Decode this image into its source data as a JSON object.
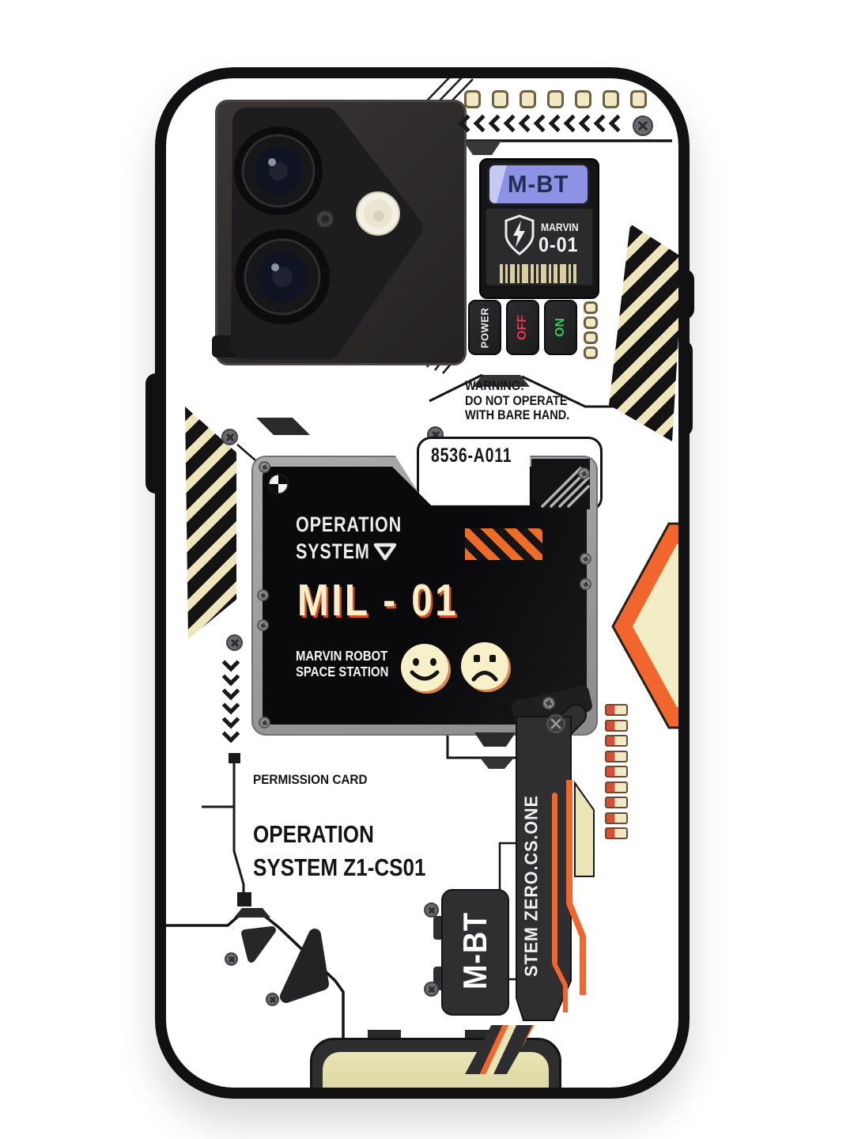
{
  "scene": {
    "description": "White glass phone case with sci-fi robot circuit-board print and dual rear camera cutout"
  },
  "colors": {
    "case-black": "#111113",
    "ink": "#141414",
    "orange": "#f2662d",
    "cream": "#f0e9c4",
    "khaki": "#d9d5a2",
    "lavender": "#8d92e4",
    "panel-gray": "#9c9c9c",
    "panel-black": "#0c0c0e",
    "stripe-cream": "#efe5bb",
    "off-red": "#e3374e",
    "on-green": "#35c55f",
    "mil-cream": "#f6efc9",
    "mil-shadow": "#cf4f1e"
  },
  "battery_module": {
    "badge": "M-BT",
    "brand": "MARVIN",
    "unit": "0-01"
  },
  "power_panel": {
    "power_label": "POWER",
    "off_label": "OFF",
    "on_label": "ON"
  },
  "warning": {
    "line1": "WARNING:",
    "line2": "DO NOT OPERATE",
    "line3": "WITH BARE HAND."
  },
  "serial_plate": {
    "code": "8536-A011"
  },
  "os_panel": {
    "title_line1": "OPERATION",
    "title_line2": "SYSTEM",
    "model_code": "MIL - 01",
    "caption_line1": "MARVIN ROBOT",
    "caption_line2": "SPACE STATION"
  },
  "permission_card": {
    "label": "PERMISSION CARD",
    "line1": "OPERATION",
    "line2": "SYSTEM Z1-CS01"
  },
  "side_module": {
    "vertical_label": "STEM ZERO.CS.ONE"
  },
  "id_card": {
    "label": "M-BT"
  }
}
